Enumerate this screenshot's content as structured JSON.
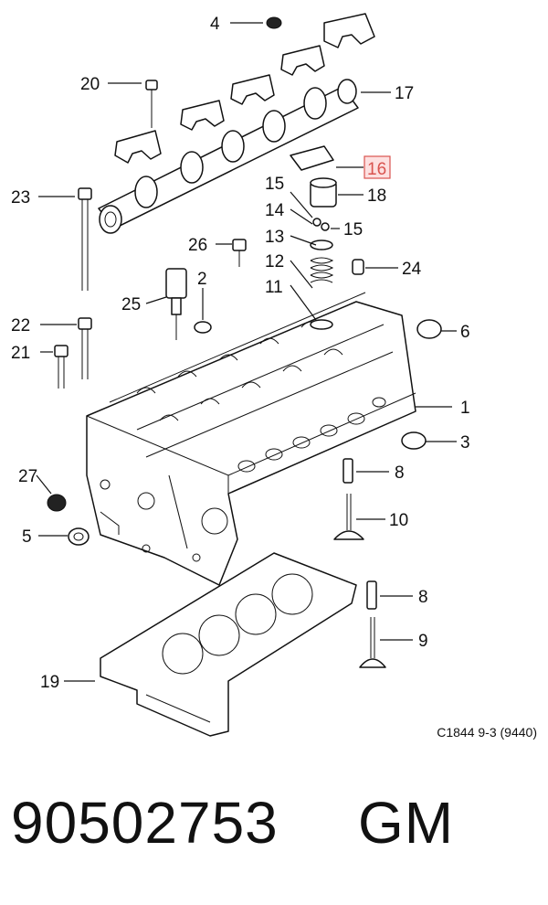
{
  "diagram": {
    "reference": "C1844 9-3 (9440)",
    "highlight_color": "#d9534f",
    "callouts": [
      {
        "id": "c4",
        "label": "4"
      },
      {
        "id": "c20",
        "label": "20"
      },
      {
        "id": "c17",
        "label": "17"
      },
      {
        "id": "c16",
        "label": "16",
        "highlighted": true
      },
      {
        "id": "c23",
        "label": "23"
      },
      {
        "id": "c15a",
        "label": "15"
      },
      {
        "id": "c18",
        "label": "18"
      },
      {
        "id": "c14",
        "label": "14"
      },
      {
        "id": "c15b",
        "label": "15"
      },
      {
        "id": "c26",
        "label": "26"
      },
      {
        "id": "c13",
        "label": "13"
      },
      {
        "id": "c2",
        "label": "2"
      },
      {
        "id": "c12",
        "label": "12"
      },
      {
        "id": "c24",
        "label": "24"
      },
      {
        "id": "c25",
        "label": "25"
      },
      {
        "id": "c11",
        "label": "11"
      },
      {
        "id": "c22",
        "label": "22"
      },
      {
        "id": "c6",
        "label": "6"
      },
      {
        "id": "c21",
        "label": "21"
      },
      {
        "id": "c1",
        "label": "1"
      },
      {
        "id": "c3",
        "label": "3"
      },
      {
        "id": "c27",
        "label": "27"
      },
      {
        "id": "c8a",
        "label": "8"
      },
      {
        "id": "c10",
        "label": "10"
      },
      {
        "id": "c5",
        "label": "5"
      },
      {
        "id": "c8b",
        "label": "8"
      },
      {
        "id": "c9",
        "label": "9"
      },
      {
        "id": "c19",
        "label": "19"
      }
    ]
  },
  "footer": {
    "part_number": "90502753",
    "brand": "GM"
  }
}
